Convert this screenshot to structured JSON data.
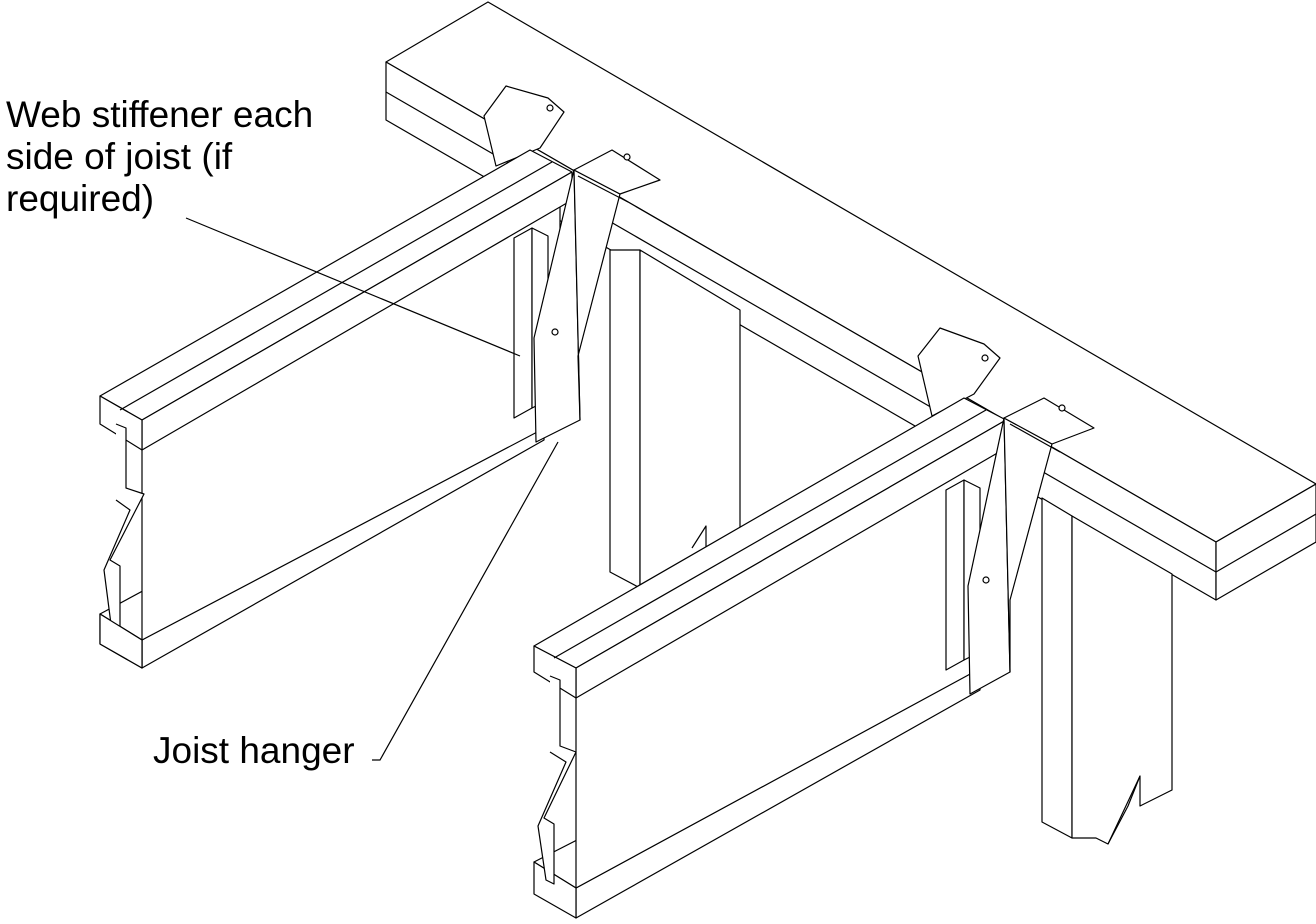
{
  "labels": {
    "web_stiffener": {
      "line1": "Web stiffener each",
      "line2": "side of joist (if",
      "line3": "required)"
    },
    "joist_hanger": "Joist hanger"
  },
  "colors": {
    "line": "#000000",
    "background": "#ffffff"
  }
}
